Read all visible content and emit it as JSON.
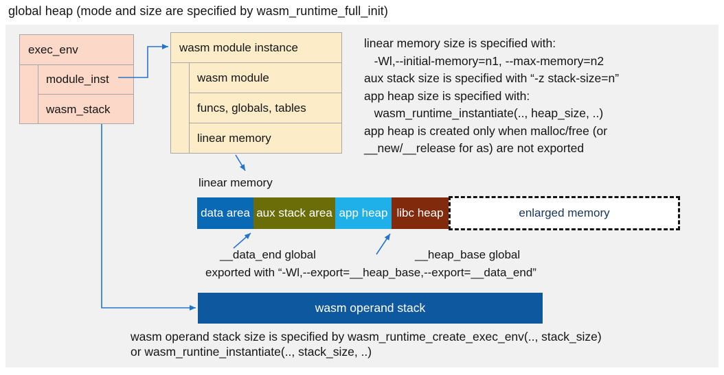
{
  "title": "global heap (mode and size are specified by wasm_runtime_full_init)",
  "exec_env_box": {
    "header": "exec_env",
    "rows": [
      "module_inst",
      "wasm_stack"
    ]
  },
  "module_instance_box": {
    "header": "wasm module instance",
    "rows": [
      "wasm module",
      "funcs, globals, tables",
      "linear memory"
    ]
  },
  "right_notes": {
    "lines": [
      "linear memory size is specified with:",
      "   -Wl,--initial-memory=n1, --max-memory=n2",
      "aux stack size is specified with “-z stack-size=n”",
      "app heap size is specified with:",
      "   wasm_runtime_instantiate(.., heap_size, ..)",
      "app heap is created only when malloc/free (or",
      "__new/__release for as) are not exported"
    ]
  },
  "linear_memory": {
    "label": "linear memory",
    "segments": [
      {
        "label": "data area",
        "color": "#0a69b4",
        "text_color": "#ffffff"
      },
      {
        "label": "aux stack area",
        "color": "#6b6d08",
        "text_color": "#ffffff"
      },
      {
        "label": "app heap",
        "color": "#1fb0ea",
        "text_color": "#ffffff"
      },
      {
        "label": "libc heap",
        "color": "#812a0c",
        "text_color": "#ffffff"
      },
      {
        "label": "enlarged memory",
        "color": "#ffffff",
        "text_color": "#17355e",
        "border": "dashed-black"
      }
    ],
    "data_end_label": "__data_end global",
    "heap_base_label": "__heap_base global",
    "export_note": "exported with “-Wl,--export=__heap_base,--export=__data_end”"
  },
  "operand_stack": {
    "label": "wasm operand stack",
    "color": "#0e58a0"
  },
  "bottom_note": {
    "line1": "wasm operand stack size is specified by wasm_runtime_create_exec_env(.., stack_size)",
    "line2": "or wasm_runtine_instantiate(.., stack_size, ..)"
  },
  "colors": {
    "page_bg": "#ffffff",
    "panel_bg": "#f1f1f1",
    "exec_env_fill": "#fbd8c7",
    "module_instance_fill": "#fcedc8",
    "box_border": "#a6a6a6",
    "arrow": "#2574cc",
    "text": "#141414"
  }
}
